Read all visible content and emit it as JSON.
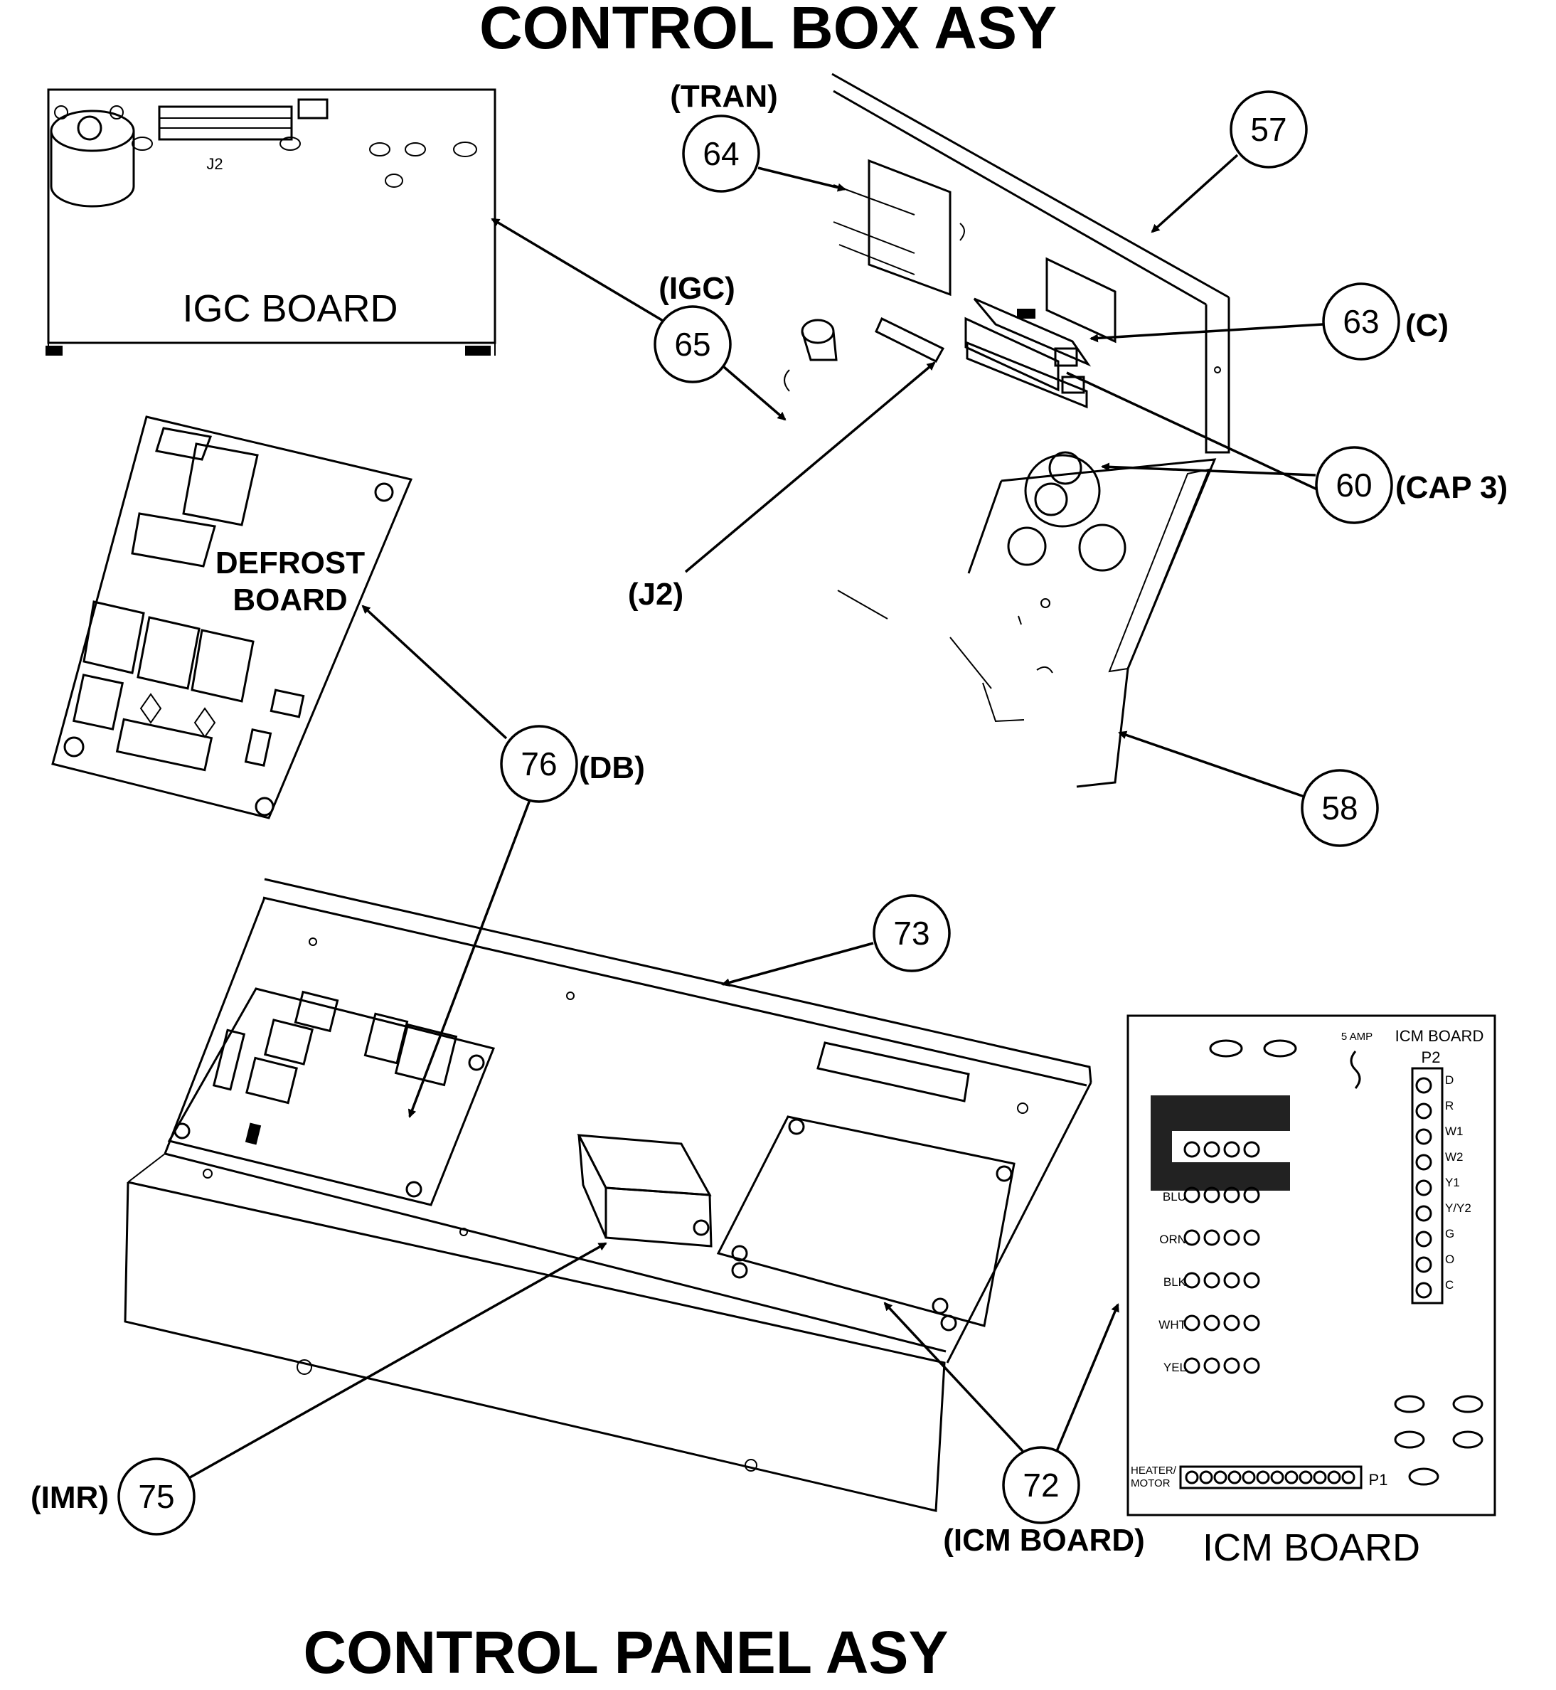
{
  "titles": {
    "top": "CONTROL BOX ASY",
    "bottom": "CONTROL PANEL ASY"
  },
  "boards": {
    "igc": {
      "title": "IGC BOARD",
      "connector": "J2"
    },
    "defrost": {
      "line1": "DEFROST",
      "line2": "BOARD"
    },
    "icm": {
      "title": "ICM BOARD",
      "header": "ICM BOARD",
      "fuse": "5 AMP",
      "p2": "P2",
      "p1": "P1",
      "p2_pins": [
        "D",
        "R",
        "W1",
        "W2",
        "Y1",
        "Y/Y2",
        "G",
        "O",
        "C"
      ],
      "tap_rows": [
        "BLU",
        "ORN",
        "BLK",
        "WHT",
        "YEL"
      ],
      "heater_line1": "HEATER/",
      "heater_line2": "MOTOR"
    }
  },
  "callouts": [
    {
      "num": "57",
      "label": ""
    },
    {
      "num": "64",
      "label": "(TRAN)"
    },
    {
      "num": "65",
      "label": "(IGC)"
    },
    {
      "num": "63",
      "label": "(C)"
    },
    {
      "num": "60",
      "label": "(CAP 3)"
    },
    {
      "num": "58",
      "label": ""
    },
    {
      "num": "76",
      "label": "(DB)"
    },
    {
      "num": "73",
      "label": ""
    },
    {
      "num": "72",
      "label": "(ICM BOARD)"
    },
    {
      "num": "75",
      "label": "(IMR)"
    }
  ],
  "part_labels": {
    "j2": "(J2)"
  }
}
